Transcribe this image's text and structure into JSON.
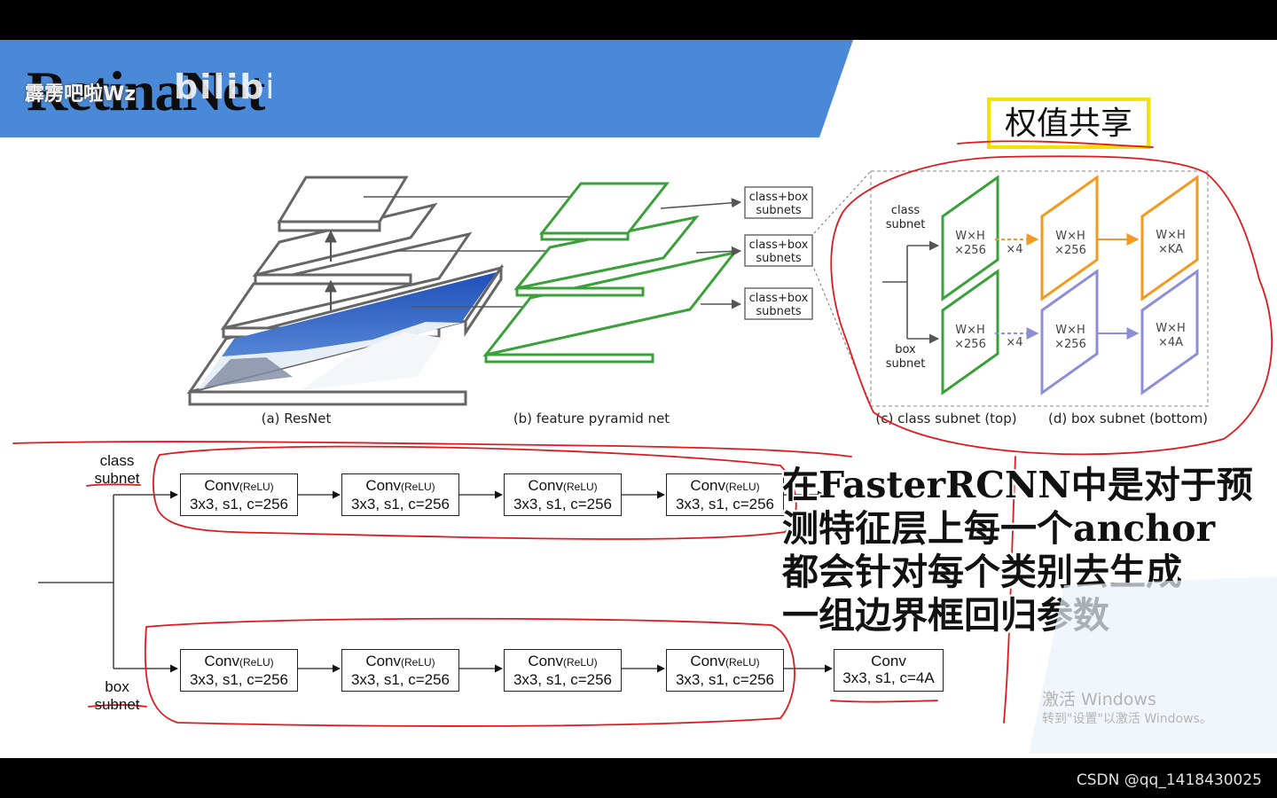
{
  "slide": {
    "title": "RetinaNet",
    "watermark_user": "霹雳吧啦Wz",
    "watermark_logo": "bilibili"
  },
  "highlight_note": "权值共享",
  "figure_top": {
    "resnet_caption": "(a) ResNet",
    "fpn_caption": "(b) feature pyramid net",
    "subnet_labels": [
      "class+box\nsubnets",
      "class+box\nsubnets",
      "class+box\nsubnets"
    ],
    "class_subnet_label": "class\nsubnet",
    "box_subnet_label": "box\nsubnet",
    "class_block_1": "W×H\n×256",
    "class_block_2": "W×H\n×256",
    "class_block_3": "W×H\n×KA",
    "box_block_1": "W×H\n×256",
    "box_block_2": "W×H\n×256",
    "box_block_3": "W×H\n×4A",
    "repeat_class": "×4",
    "repeat_box": "×4",
    "class_caption": "(c) class subnet (top)",
    "box_caption": "(d) box subnet (bottom)"
  },
  "figure_bottom": {
    "class_label": "class\nsubnet",
    "box_label": "box\nsubnet",
    "class_convs": [
      {
        "name": "Conv",
        "act": "(ReLU)",
        "spec": "3x3, s1, c=256"
      },
      {
        "name": "Conv",
        "act": "(ReLU)",
        "spec": "3x3, s1, c=256"
      },
      {
        "name": "Conv",
        "act": "(ReLU)",
        "spec": "3x3, s1, c=256"
      },
      {
        "name": "Conv",
        "act": "(ReLU)",
        "spec": "3x3, s1, c=256"
      }
    ],
    "box_convs": [
      {
        "name": "Conv",
        "act": "(ReLU)",
        "spec": "3x3, s1, c=256"
      },
      {
        "name": "Conv",
        "act": "(ReLU)",
        "spec": "3x3, s1, c=256"
      },
      {
        "name": "Conv",
        "act": "(ReLU)",
        "spec": "3x3, s1, c=256"
      },
      {
        "name": "Conv",
        "act": "(ReLU)",
        "spec": "3x3, s1, c=256"
      }
    ],
    "box_final": {
      "name": "Conv",
      "spec": "3x3, s1, c=4A"
    }
  },
  "subtitle_text": "在FasterRCNN中是对于预\n测特征层上每一个anchor\n都会针对每个类别去生成\n一组边界框回归参数",
  "os_watermark": {
    "line1": "激活 Windows",
    "line2": "转到\"设置\"以激活 Windows。"
  },
  "footer_credit": "CSDN @qq_1418430025",
  "colors": {
    "banner_blue": "#4a89d8",
    "green": "#3aa03a",
    "orange": "#f39a1e",
    "purple": "#8c8fd6",
    "annotation_red": "#e0191e",
    "highlight_yellow": "#f4e200"
  }
}
